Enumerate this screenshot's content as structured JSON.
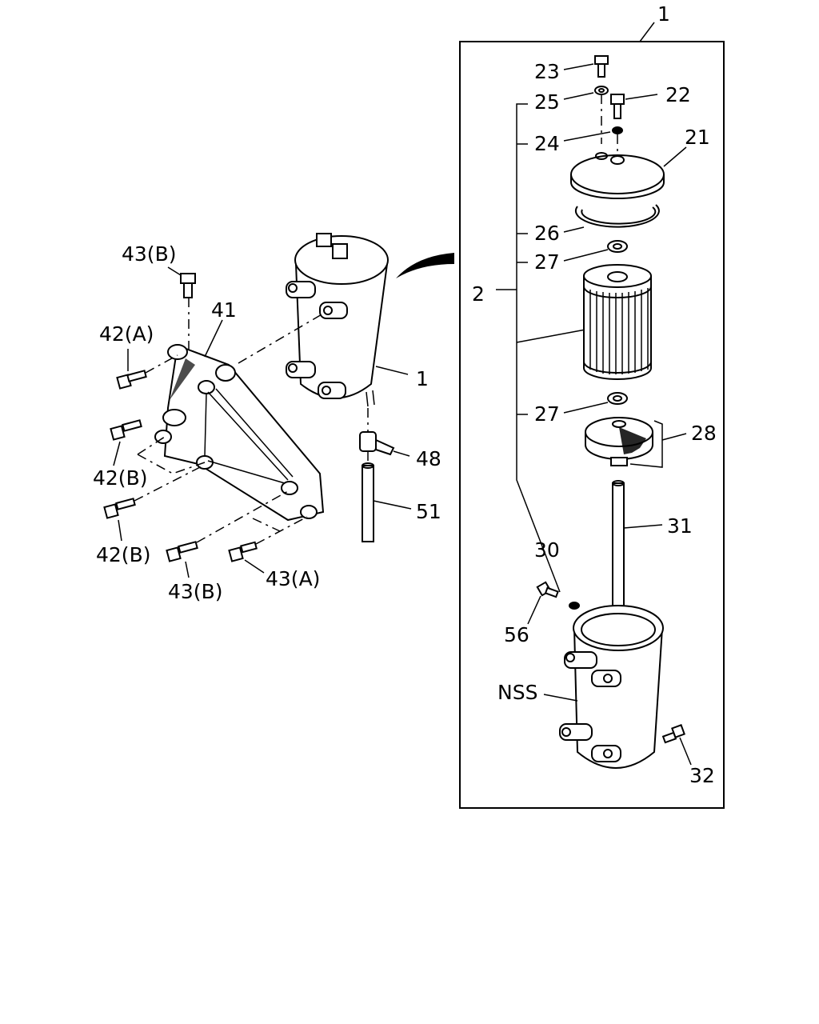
{
  "labels": {
    "assembly_1_top": "1",
    "part_23": "23",
    "part_25": "25",
    "part_22": "22",
    "part_24": "24",
    "part_21": "21",
    "part_26": "26",
    "part_27_upper": "27",
    "part_2": "2",
    "part_27_lower": "27",
    "part_28": "28",
    "part_31": "31",
    "part_30": "30",
    "part_56": "56",
    "nss": "NSS",
    "part_32": "32",
    "part_43b_top": "43(B)",
    "part_41": "41",
    "part_42a": "42(A)",
    "part_1_filter": "1",
    "part_42b_mid": "42(B)",
    "part_48": "48",
    "part_51": "51",
    "part_42b_low": "42(B)",
    "part_43b_bottom": "43(B)",
    "part_43a": "43(A)"
  }
}
